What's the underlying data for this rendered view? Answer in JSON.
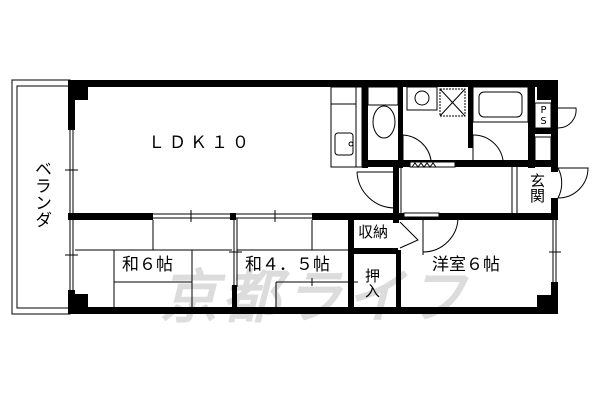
{
  "floor_plan": {
    "rooms": [
      {
        "id": "ldk",
        "label": "ＬＤＫ１０"
      },
      {
        "id": "washitsu1",
        "label": "和６帖"
      },
      {
        "id": "washitsu2",
        "label": "和４．５帖"
      },
      {
        "id": "youshitsu",
        "label": "洋室６帖"
      },
      {
        "id": "veranda",
        "label": "ベランダ"
      },
      {
        "id": "storage",
        "label": "収納"
      },
      {
        "id": "closet",
        "label": "押入"
      },
      {
        "id": "entrance",
        "label": "玄関"
      },
      {
        "id": "pipe_space",
        "label": "PS"
      }
    ],
    "watermark": "京都ライフ",
    "colors": {
      "wall": "#000000",
      "background": "#ffffff",
      "watermark": "#d6d6d6"
    }
  }
}
